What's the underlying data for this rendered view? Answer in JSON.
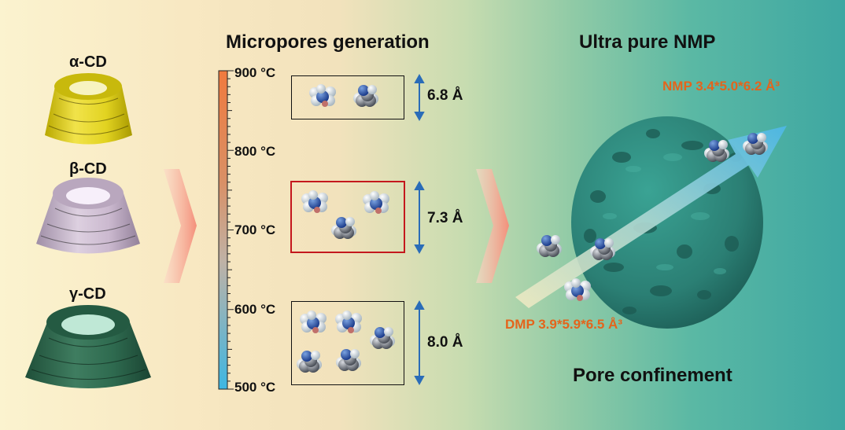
{
  "cyclodextrins": {
    "alpha": {
      "label": "α-CD",
      "color": "#e2d321"
    },
    "beta": {
      "label": "β-CD",
      "color": "#cbb9cf"
    },
    "gamma": {
      "label": "γ-CD",
      "color": "#2e6a4f"
    }
  },
  "headers": {
    "micropores": "Micropores generation",
    "ultra_pure": "Ultra pure NMP",
    "confinement": "Pore confinement"
  },
  "temperature_scale": {
    "labels": [
      "900 °C",
      "800 °C",
      "700 °C",
      "600 °C",
      "500 °C"
    ],
    "top_color": "#f07a3e",
    "bottom_color": "#3db6e2"
  },
  "pores": [
    {
      "label": "6.8 Å",
      "highlighted": false,
      "molecule_count": 2
    },
    {
      "label": "7.3 Å",
      "highlighted": true,
      "molecule_count": 3
    },
    {
      "label": "8.0 Å",
      "highlighted": false,
      "molecule_count": 5
    }
  ],
  "molecules": {
    "nmp_label": "NMP 3.4*5.0*6.2 Å³",
    "dmp_label": "DMP 3.9*5.9*6.5 Å³"
  },
  "colors": {
    "accent_orange": "#e4641c",
    "carbon_sphere": "#2d8a7f",
    "arrow_blue": "#4db7e6",
    "highlight_red": "#c4181d"
  }
}
